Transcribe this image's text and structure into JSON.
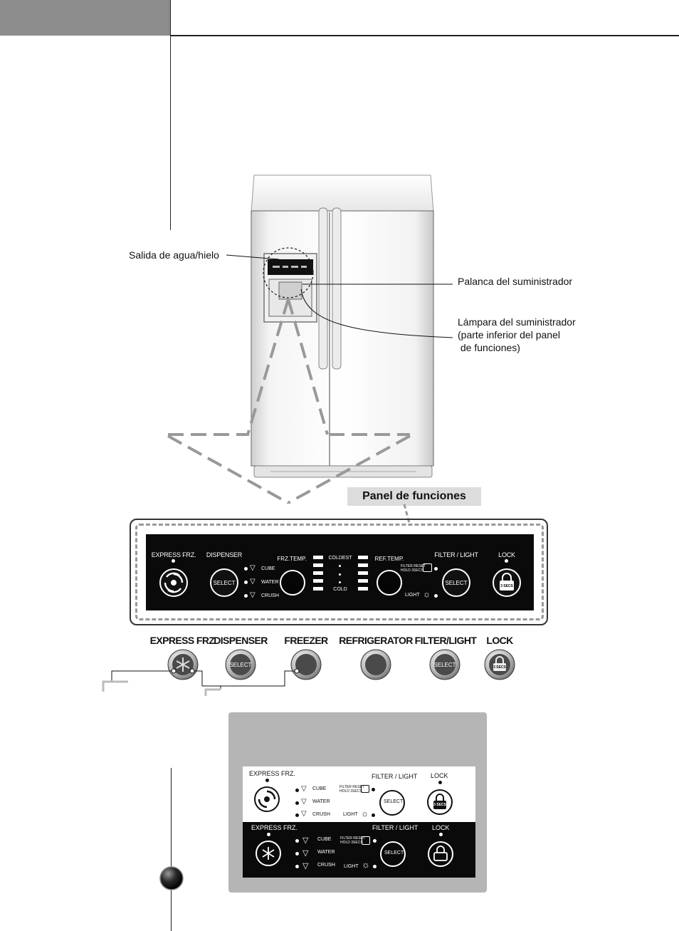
{
  "callouts": {
    "water_ice_outlet": "Salida de agua/hielo",
    "dispenser_lever": "Palanca del suministrador",
    "dispenser_lamp": "Lámpara del suministrador\n(parte inferior del panel\n de funciones)"
  },
  "panel": {
    "title": "Panel de funciones",
    "express_frz": "EXPRESS FRZ.",
    "dispenser": "DISPENSER",
    "select": "SELECT",
    "cube": "CUBE",
    "water": "WATER",
    "crush": "CRUSH",
    "frz_temp": "FRZ.TEMP.",
    "coldest": "COLDEST",
    "cold": "COLD",
    "ref_temp": "REF.TEMP.",
    "filter_light": "FILTER / LIGHT",
    "filter_reset_1": "FILTER RESET",
    "filter_reset_2": "HOLD 3SECS",
    "light": "LIGHT",
    "lock": "LOCK",
    "secs": "3 SECS"
  },
  "buttons_row": {
    "express_frz": "EXPRESS FRZ",
    "dispenser": "DISPENSER",
    "freezer": "FREEZER",
    "refrigerator": "REFRIGERATOR",
    "filter_light": "FILTER/LIGHT",
    "lock": "LOCK",
    "select": "SELECT",
    "secs": "3 SECS"
  },
  "lower_panels": {
    "express_frz": "EXPRESS FRZ.",
    "cube": "CUBE",
    "water": "WATER",
    "crush": "CRUSH",
    "filter_light": "FILTER / LIGHT",
    "filter_reset_1": "FILTER RESET",
    "filter_reset_2": "HOLD 3SECS",
    "light": "LIGHT",
    "lock": "LOCK",
    "select": "SELECT",
    "secs": "3 SECS"
  }
}
